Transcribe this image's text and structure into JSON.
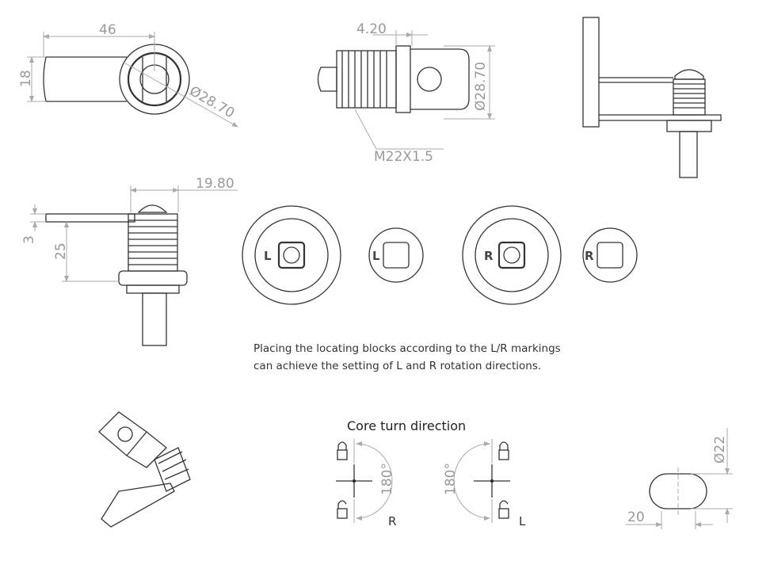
{
  "dimensions": {
    "top_view_length": "46",
    "top_view_width": "18",
    "top_view_diameter": "Ø28.70",
    "side_view_offset": "4.20",
    "side_view_diameter": "Ø28.70",
    "thread_spec": "M22X1.5",
    "lever_length": "19.80",
    "lever_thickness": "3",
    "body_height": "25",
    "shaft_diameter": "Ø22",
    "shaft_flat": "20"
  },
  "markings": {
    "left": "L",
    "right": "R"
  },
  "caption": {
    "line1": "Placing the locating blocks according to the L/R markings",
    "line2": "can achieve the setting of L and R rotation directions."
  },
  "core_turn": {
    "title": "Core turn direction",
    "angle_label": "180°",
    "right_label": "R",
    "left_label": "L"
  }
}
